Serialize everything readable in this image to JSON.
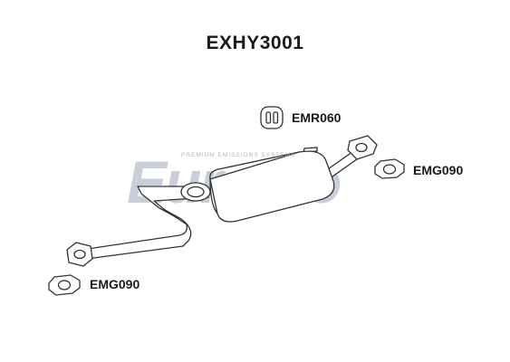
{
  "header": {
    "part_number": "EXHY3001"
  },
  "watermark": {
    "logo_text": "EuroFlo",
    "tagline": "PREMIUM EMISSIONS SYSTEMS"
  },
  "components": {
    "mounting_rubber": {
      "code": "EMR060"
    },
    "front_gasket": {
      "code": "EMG090"
    },
    "rear_gasket": {
      "code": "EMG090"
    }
  },
  "colors": {
    "outline": "#333333",
    "pipe_fill": "#ffffff",
    "watermark_blue": "#c9cedb",
    "watermark_red": "#f0c8c8"
  }
}
